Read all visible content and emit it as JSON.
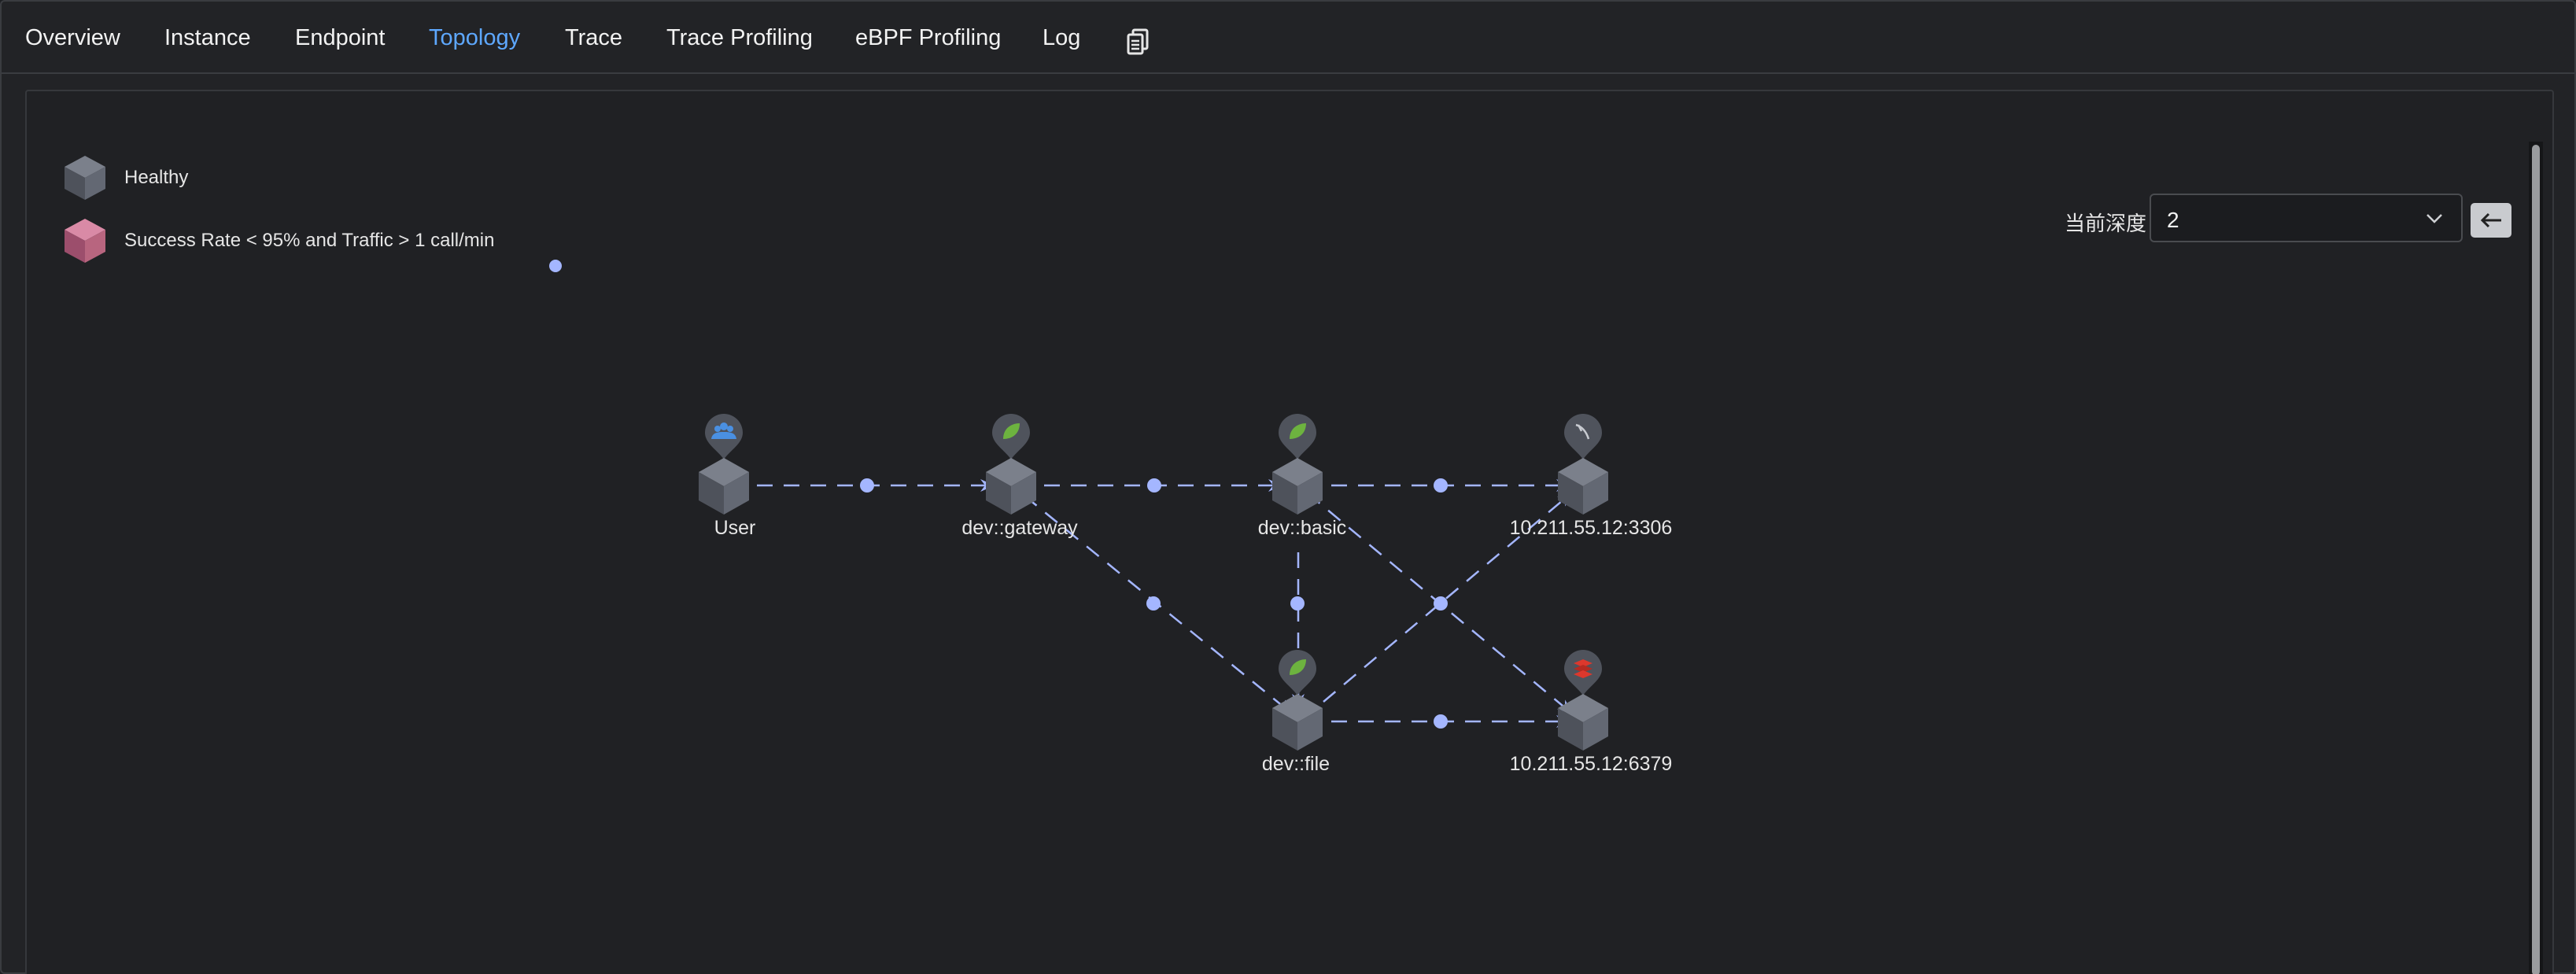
{
  "tabs": [
    {
      "label": "Overview"
    },
    {
      "label": "Instance"
    },
    {
      "label": "Endpoint"
    },
    {
      "label": "Topology",
      "active": true
    },
    {
      "label": "Trace"
    },
    {
      "label": "Trace Profiling"
    },
    {
      "label": "eBPF Profiling"
    },
    {
      "label": "Log"
    }
  ],
  "legend": {
    "healthy": "Healthy",
    "unhealthy": "Success Rate < 95% and Traffic > 1 call/min"
  },
  "depth": {
    "label": "当前深度",
    "value": "2"
  },
  "colors": {
    "active_tab": "#5ea8ff",
    "edge": "#a4b6ff",
    "node": "#5a5f6b",
    "unhealthy": "#c56b8a"
  },
  "nodes": [
    {
      "id": "user",
      "label": "User",
      "icon": "users-icon"
    },
    {
      "id": "gateway",
      "label": "dev::gateway",
      "icon": "spring-leaf-icon"
    },
    {
      "id": "basic",
      "label": "dev::basic",
      "icon": "spring-leaf-icon"
    },
    {
      "id": "mysql",
      "label": "10.211.55.12:3306",
      "icon": "mysql-dolphin-icon"
    },
    {
      "id": "file",
      "label": "dev::file",
      "icon": "spring-leaf-icon"
    },
    {
      "id": "redis",
      "label": "10.211.55.12:6379",
      "icon": "redis-icon"
    }
  ]
}
